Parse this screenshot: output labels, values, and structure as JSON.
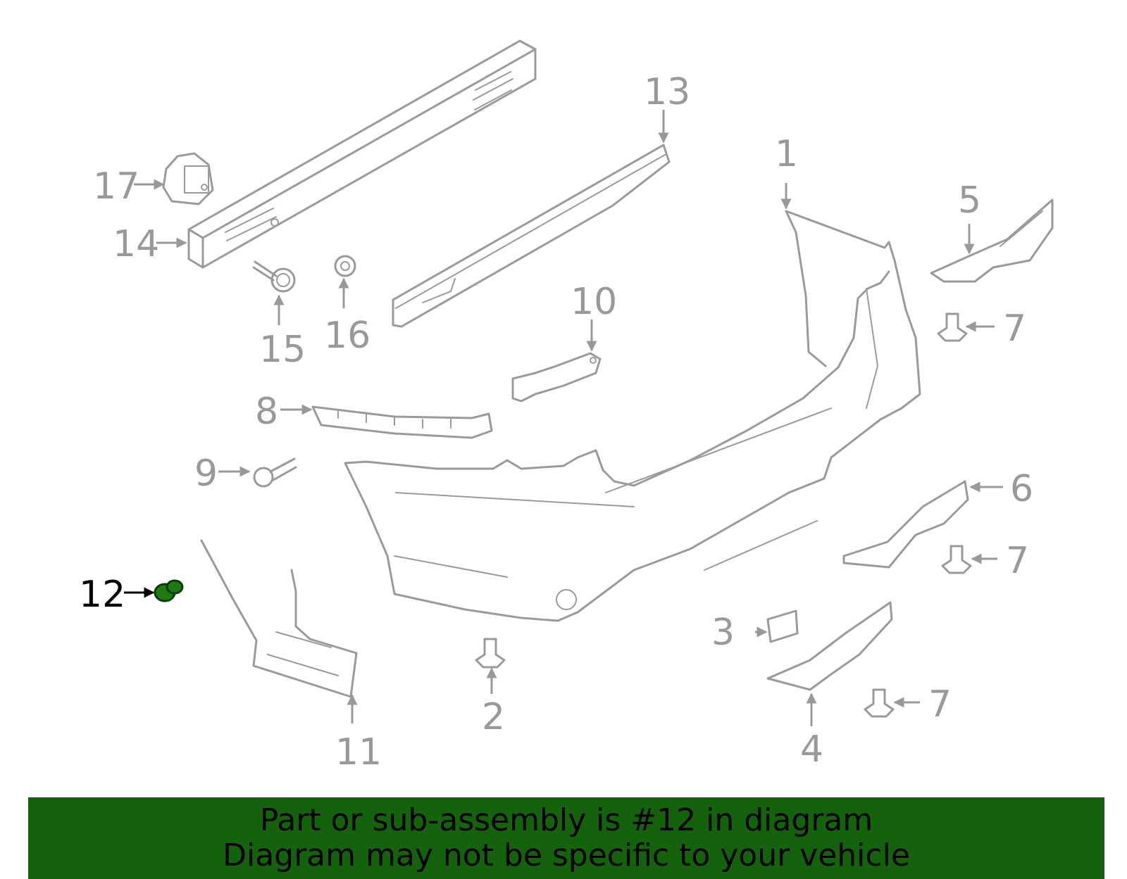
{
  "diagram": {
    "callouts": {
      "c1": "1",
      "c2": "2",
      "c3": "3",
      "c4": "4",
      "c5": "5",
      "c6": "6",
      "c7a": "7",
      "c7b": "7",
      "c7c": "7",
      "c8": "8",
      "c9": "9",
      "c10": "10",
      "c11": "11",
      "c12": "12",
      "c13": "13",
      "c14": "14",
      "c15": "15",
      "c16": "16",
      "c17": "17"
    },
    "highlighted_part": "12",
    "colors": {
      "part_stroke": "#9a9a9a",
      "highlight_fill": "#1f7a12",
      "banner_background": "#15620c"
    }
  },
  "banner": {
    "line1": "Part or sub-assembly is #12 in diagram",
    "line2": "Diagram may not be specific to your vehicle"
  }
}
